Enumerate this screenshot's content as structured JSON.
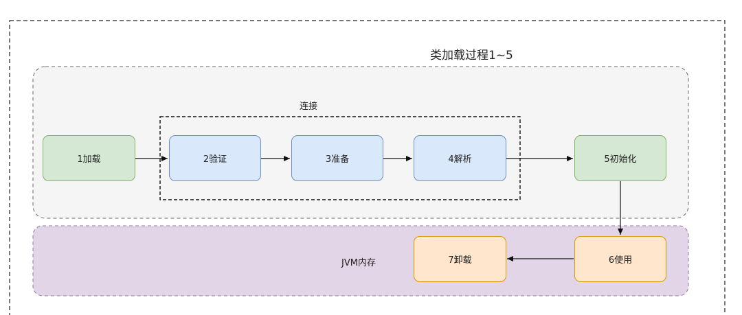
{
  "title": "类加载过程1~5",
  "group_label": "连接",
  "memory_label": "JVM内存",
  "nodes": {
    "load": "1加载",
    "verify": "2验证",
    "prepare": "3准备",
    "resolve": "4解析",
    "init": "5初始化",
    "use": "6使用",
    "unload": "7卸载"
  },
  "colors": {
    "green_fill": "#d5e8d4",
    "green_stroke": "#82b366",
    "blue_fill": "#dae8fc",
    "blue_stroke": "#6c8ebf",
    "orange_fill": "#ffe6cc",
    "orange_stroke": "#d79b00",
    "gray_fill": "#f5f5f5",
    "purple_fill": "#e1d5e7"
  }
}
